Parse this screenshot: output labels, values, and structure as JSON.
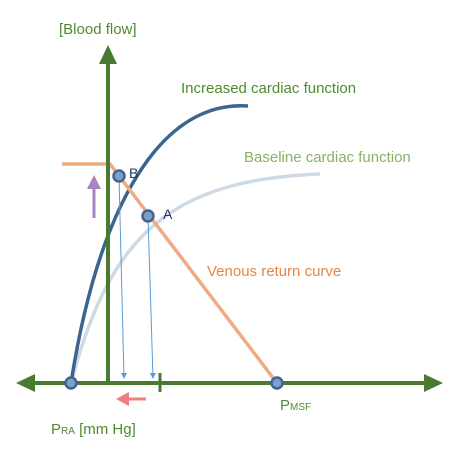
{
  "labels": {
    "y_axis": "[Blood flow]",
    "x_axis_p": "P",
    "x_axis_sub": "RA",
    "x_axis_unit": " [mm Hg]",
    "pmsf_p": "P",
    "pmsf_sub": "MSF",
    "increased": "Increased cardiac function",
    "baseline": "Baseline cardiac function",
    "venous": "Venous return curve",
    "point_a": "A",
    "point_b": "B"
  },
  "colors": {
    "axis": "#4a7a2f",
    "increased_curve": "#3a6590",
    "baseline_curve": "#cdd9e4",
    "venous_curve": "#f0ab83",
    "point_fill": "#7f9fc7",
    "point_stroke": "#3f6593",
    "drop_line": "#5b9bd5",
    "up_arrow": "#a884c2",
    "left_arrow": "#ef7f7f",
    "label_green": "#4f8a2e",
    "label_blue": "#8ab063",
    "label_orange": "#e68640",
    "label_dark": "#1f3864"
  }
}
